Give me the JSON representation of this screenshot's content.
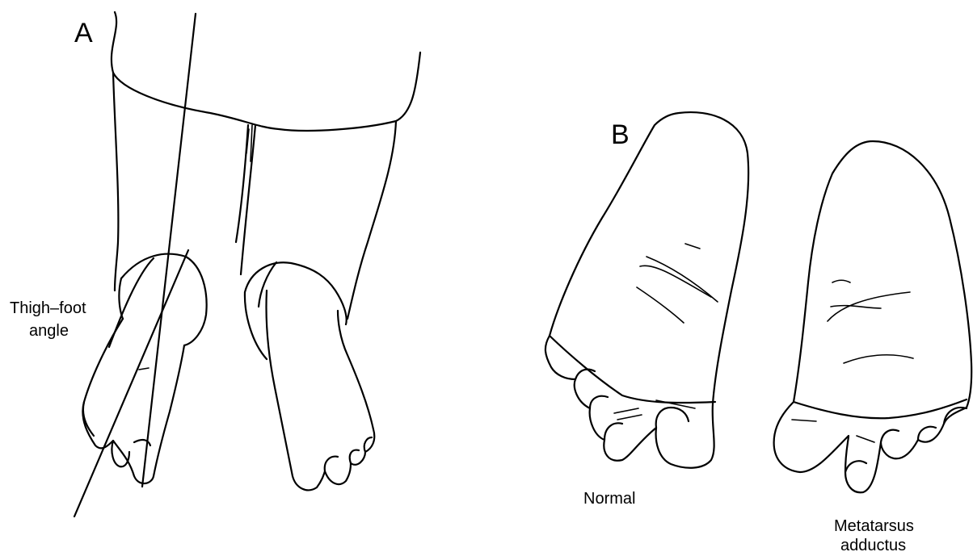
{
  "panel_a": {
    "letter": "A",
    "angle_label_line1": "Thigh–foot",
    "angle_label_line2": "angle"
  },
  "panel_b": {
    "letter": "B",
    "normal_label": "Normal",
    "metatarsus_label_line1": "Metatarsus",
    "metatarsus_label_line2": "adductus"
  }
}
